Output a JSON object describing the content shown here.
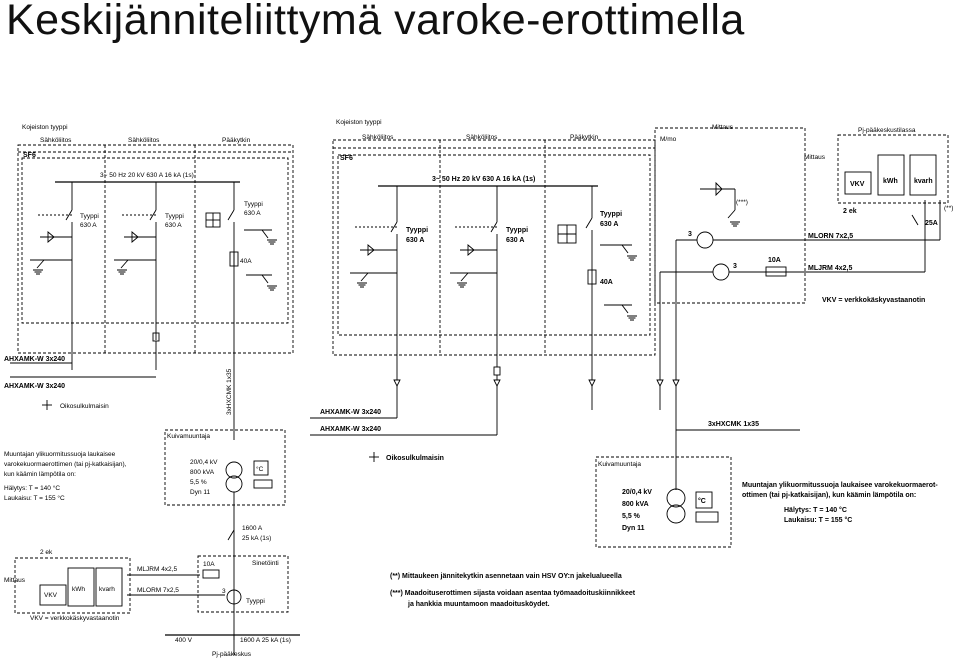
{
  "title": "Keskijänniteliittymä varoke-erottimella",
  "left": {
    "panel_type": "Kojeiston tyyppi",
    "header_sahko1": "Sähköliitos",
    "header_sahko2": "Sähköliitos",
    "header_paakytkin": "Pääkytkin",
    "sf6": "SF6",
    "busbar": "3~ 50 Hz  20 kV  630 A  16 kA (1s)",
    "tyyppi1": "Tyyppi",
    "tyyppi1_a": "630 A",
    "tyyppi2": "Tyyppi",
    "tyyppi2_a": "630 A",
    "tyyppi3": "Tyyppi",
    "tyyppi3_a": "630 A",
    "fuse": "40A",
    "cable1": "AHXAMK-W 3x240",
    "cable2": "AHXAMK-W 3x240",
    "oikosulku": "Oikosulkulmaisin",
    "hxcmk": "3xHXCMK 1x35",
    "kuivamuuntaja": "Kuivamuuntaja",
    "tr_kv": "20/0,4 kV",
    "tr_kva": "800 kVA",
    "tr_pct": "5,5 %",
    "tr_dyn": "Dyn 11",
    "temp": "°C",
    "note1": "Muuntajan ylikuormitussuoja laukaisee",
    "note2": "varokekuormaerottimen (tai pj-katkaisijan),",
    "note3": "kun käämin lämpötila on:",
    "note4": "Hälytys:   T = 140 °C",
    "note5": "Laukaisu:  T = 155 °C",
    "lv_a": "1600 A",
    "lv_ka": "25 kA (1s)",
    "two_ek": "2 ek",
    "mittaus": "Mittaus",
    "vkv": "VKV",
    "kwh": "kWh",
    "kvarh": "kvarh",
    "mljrm": "MLJRM 4x2,5",
    "mlorm": "MLORM 7x2,5",
    "tenA": "10A",
    "sinetointi": "Sinetöinti",
    "three": "3",
    "tyyppi_ct": "Tyyppi",
    "vkv_def": "VKV = verkkokäskyvastaanotin",
    "v400": "400 V",
    "lv_rating": "1600 A   25 kA (1s)",
    "pj_paakeskus": "Pj-pääkeskus"
  },
  "right": {
    "panel_type": "Kojeiston tyyppi",
    "header_sahko1": "Sähköliitos",
    "header_sahko2": "Sähköliitos",
    "header_paakytkin": "Pääkytkin",
    "mmo": "M/mo",
    "mittaus_top": "Mittaus",
    "pj_title": "Pj-pääkeskustilassa",
    "mittaus": "Mittaus",
    "sf6": "SF6",
    "busbar": "3~ 50 Hz  20 kV  630 A  16 kA (1s)",
    "tyyppi1": "Tyyppi",
    "tyyppi1_a": "630 A",
    "tyyppi2": "Tyyppi",
    "tyyppi2_a": "630 A",
    "tyyppi3": "Tyyppi",
    "tyyppi3_a": "630 A",
    "fuse": "40A",
    "star_mark": "(***)",
    "vkv": "VKV",
    "kwh": "kWh",
    "kvarh": "kvarh",
    "two_ek": "2 ek",
    "star_mark2": "(**)",
    "a25": "25A",
    "three1": "3",
    "three2": "3",
    "mlorn": "MLORN 7x2,5",
    "tenA": "10A",
    "mljrm": "MLJRM 4x2,5",
    "vkv_def": "VKV = verkkokäskyvastaanotin",
    "cable1": "AHXAMK-W 3x240",
    "cable2": "AHXAMK-W 3x240",
    "hxcmk": "3xHXCMK 1x35",
    "oikosulku": "Oikosulkulmaisin",
    "kuivamuuntaja": "Kuivamuuntaja",
    "tr_kv": "20/0,4 kV",
    "tr_kva": "800 kVA",
    "tr_pct": "5,5 %",
    "tr_dyn": "Dyn 11",
    "temp": "°C",
    "note1": "Muuntajan ylikuormitussuoja laukaisee varokekuormaerot-",
    "note2": "ottimen (tai pj-katkaisijan), kun käämin lämpötila on:",
    "note4": "Hälytys:   T = 140 °C",
    "note5": "Laukaisu:  T = 155 °C",
    "foot1": "(**)  Mittaukeen jännitekytkin asennetaan vain HSV OY:n jakelualueella",
    "foot2": "(***)  Maadoituserottimen sijasta voidaan asentaa työmaadoituskiinnikkeet",
    "foot3": "ja hankkia muuntamoon maadoitusköydet."
  }
}
